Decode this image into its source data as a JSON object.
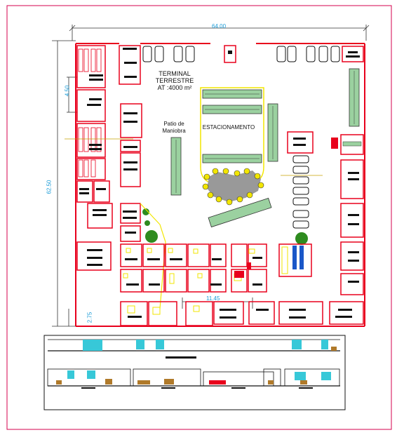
{
  "plan": {
    "dimensions": {
      "total_width": "64.00",
      "total_height": "62.50",
      "offset_top": "4.50",
      "offset_bottom": "2.75",
      "inner_width": "11.45"
    },
    "labels": {
      "terminal_line1": "TERMINAL",
      "terminal_line2": "TERRESTRE",
      "terminal_area": "AT :4000 m²",
      "patio_line1": "Patio de",
      "patio_line2": "Maniobra",
      "parking": "ESTACIONAMENTO"
    },
    "colors": {
      "wall": "#e8001c",
      "dimension": "#1a9bd7",
      "bus": "#9bd1a0",
      "furniture": "#f2e600",
      "tree": "#2e8b1f",
      "cyan": "#37c8d8",
      "frame": "#d4004c"
    }
  }
}
